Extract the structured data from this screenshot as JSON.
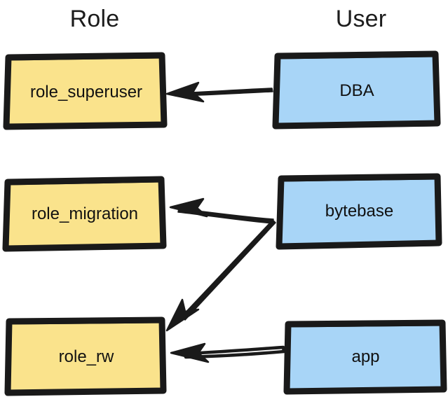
{
  "diagram": {
    "type": "role-user-mapping",
    "background_color": "#ffffff",
    "style": "hand-drawn",
    "headers": {
      "role": "Role",
      "user": "User"
    },
    "colors": {
      "role_fill": "#FAE38C",
      "role_stroke": "#1a1a1a",
      "user_fill": "#A8D5F7",
      "user_stroke": "#1a1a1a",
      "text": "#111111",
      "arrow": "#1a1a1a"
    },
    "roles": [
      {
        "id": "role_superuser",
        "label": "role_superuser"
      },
      {
        "id": "role_migration",
        "label": "role_migration"
      },
      {
        "id": "role_rw",
        "label": "role_rw"
      }
    ],
    "users": [
      {
        "id": "dba",
        "label": "DBA"
      },
      {
        "id": "bytebase",
        "label": "bytebase"
      },
      {
        "id": "app",
        "label": "app"
      }
    ],
    "edges": [
      {
        "from": "dba",
        "to": "role_superuser",
        "direction": "left",
        "style": "solid-arrow"
      },
      {
        "from": "bytebase",
        "to": "role_migration",
        "direction": "left",
        "style": "solid-arrow"
      },
      {
        "from": "bytebase",
        "to": "role_rw",
        "direction": "down-left",
        "style": "solid-arrow"
      },
      {
        "from": "app",
        "to": "role_rw",
        "direction": "left",
        "style": "open-shaft-arrow"
      }
    ]
  }
}
